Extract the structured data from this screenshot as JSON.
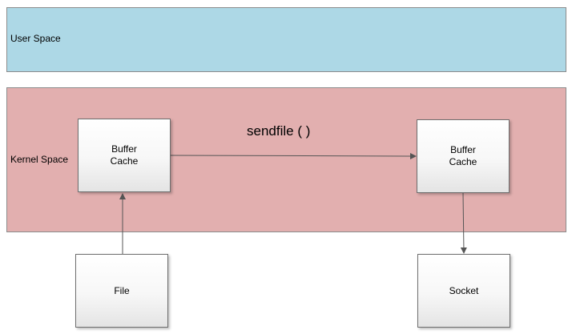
{
  "regions": {
    "user_space": "User Space",
    "kernel_space": "Kernel Space"
  },
  "nodes": {
    "buffer_cache_left": "Buffer\nCache",
    "buffer_cache_right": "Buffer\nCache",
    "file": "File",
    "socket": "Socket"
  },
  "edges": {
    "sendfile_label": "sendfile ( )"
  },
  "colors": {
    "user_space_fill": "#add8e6",
    "kernel_space_fill": "#e2afaf",
    "arrow": "#555555"
  }
}
